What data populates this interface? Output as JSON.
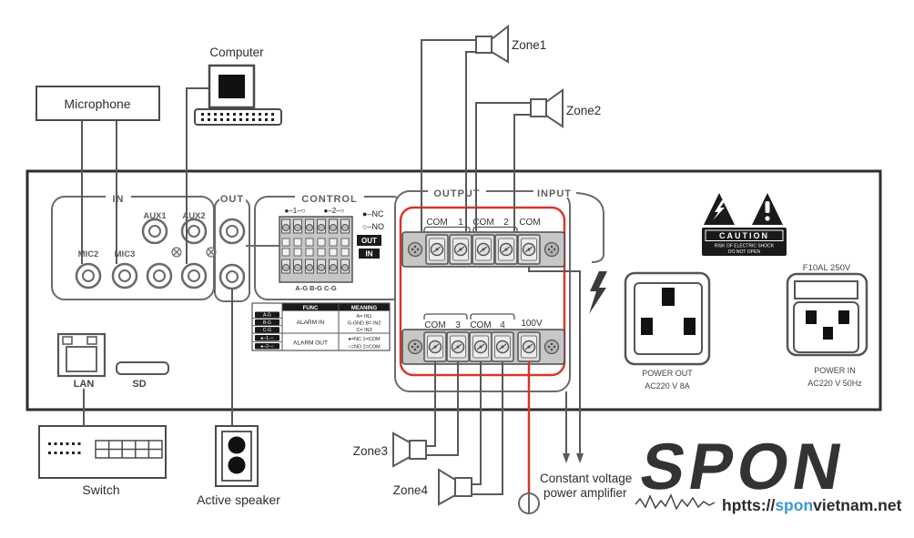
{
  "external": {
    "microphone": "Microphone",
    "computer": "Computer",
    "switch": "Switch",
    "active_speaker": "Active speaker",
    "zone1": "Zone1",
    "zone2": "Zone2",
    "zone3": "Zone3",
    "zone4": "Zone4",
    "amplifier_line1": "Constant voltage",
    "amplifier_line2": "power amplifier"
  },
  "panel": {
    "sections": {
      "in": "IN",
      "out": "OUT",
      "control": "CONTROL",
      "output": "OUTPUT",
      "input": "INPUT"
    },
    "in_jacks": {
      "aux1": "AUX1",
      "aux2": "AUX2",
      "mic2": "MIC2",
      "mic3": "MIC3"
    },
    "control": {
      "relay1": "●–1–○",
      "relay2": "●–2–○",
      "legend_nc": "●–NC",
      "legend_no": "○–NO",
      "out_badge": "OUT",
      "in_badge": "IN",
      "bottom_label": "A-G  B-G  C-G"
    },
    "table": {
      "headers": [
        "FUNC",
        "MEANING"
      ],
      "rows": [
        {
          "keys": [
            "A-G",
            "B-G",
            "C-G"
          ],
          "func": "ALARM IN",
          "meaning": [
            "A= IN1",
            "G-GND B= IN2",
            "C= IN3"
          ]
        },
        {
          "keys": [
            "●–1–○",
            "●–2–○"
          ],
          "func": "ALARM OUT",
          "meaning": [
            "●=NC 1=COM",
            "○=NO 2=COM"
          ]
        }
      ]
    },
    "output_terminals_top": [
      "COM",
      "1",
      "COM",
      "2",
      "COM"
    ],
    "output_terminals_bottom": [
      "COM",
      "3",
      "COM",
      "4",
      "100V"
    ],
    "caution": {
      "title": "CAUTION",
      "line1": "RISK OF ELECTRIC SHOCK",
      "line2": "DO NOT OPEN"
    },
    "power_out": {
      "line1": "POWER OUT",
      "line2": "AC220 V  8A"
    },
    "power_in": {
      "fuse": "F10AL 250V",
      "line1": "POWER IN",
      "line2": "AC220 V  50Hz"
    },
    "lan": "LAN",
    "sd": "SD"
  },
  "branding": {
    "logo": "SPON",
    "url_prefix": "hptts://",
    "url_highlight": "spon",
    "url_suffix": "vietnam.net"
  },
  "colors": {
    "wire": "#58595b",
    "panel_border": "#2e2e2e",
    "highlight_red": "#d4382d",
    "logo_blue": "#66abdd",
    "black": "#1a1a1a"
  }
}
